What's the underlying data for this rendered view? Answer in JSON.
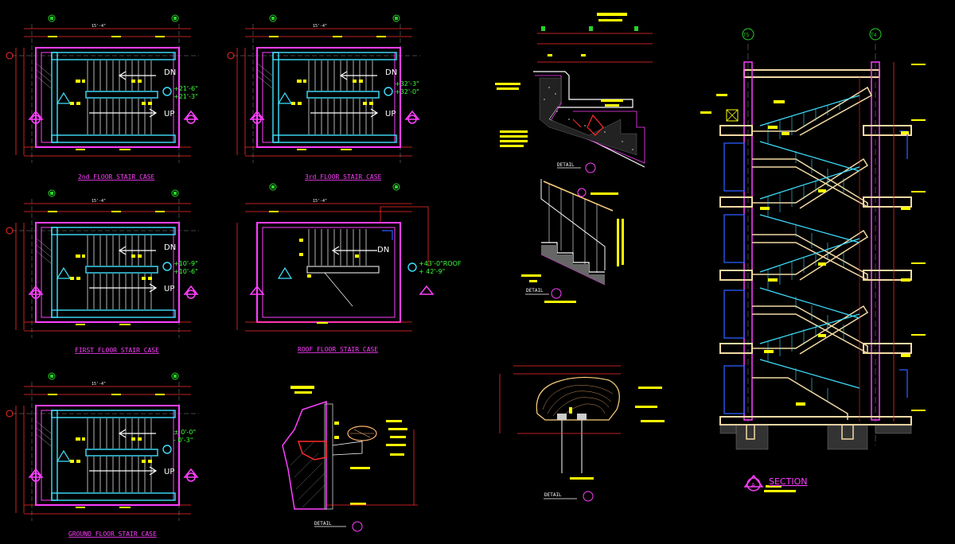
{
  "plans": [
    {
      "id": "second",
      "title": "2nd FLOOR STAIR CASE",
      "dn": "DN",
      "up": "UP",
      "level_top": "+21'-6\"",
      "level_bot": "+21'-3\"",
      "overall": "15'-4\""
    },
    {
      "id": "third",
      "title": "3rd FLOOR STAIR CASE",
      "dn": "DN",
      "up": "UP",
      "level_top": "+32'-3\"",
      "level_bot": "+32'-0\"",
      "overall": "15'-4\""
    },
    {
      "id": "first",
      "title": "FIRST FLOOR STAIR CASE",
      "dn": "DN",
      "up": "UP",
      "level_top": "+10'-9\"",
      "level_bot": "+10'-6\"",
      "overall": "15'-4\""
    },
    {
      "id": "roof",
      "title": "ROOF FLOOR STAIR CASE",
      "dn": "DN",
      "up": "",
      "level_top": "+43'-0\"ROOF",
      "level_bot": "+ 42'-9\"",
      "overall": "15'-4\""
    },
    {
      "id": "ground",
      "title": "GROUND FLOOR STAIR CASE",
      "dn": "",
      "up": "UP",
      "level_top": "± 0'-0\"",
      "level_bot": "- 0'-3\"",
      "overall": "15'-4\""
    }
  ],
  "details": {
    "detail_a": "DETAIL",
    "detail_b": "DETAIL",
    "detail_c": "DETAIL",
    "detail_d": "DETAIL"
  },
  "section": {
    "label": "SECTION",
    "marker": "A",
    "grid_left": "T5",
    "grid_right": "T4"
  },
  "colors": {
    "background": "#000000",
    "wall": "#ff3fff",
    "dimension": "#ff2a2a",
    "tread": "#3fe0ff",
    "annotation": "#ffff00",
    "slab": "#f3d9a4",
    "text": "#ffffff",
    "grid_marker": "#27d327"
  }
}
